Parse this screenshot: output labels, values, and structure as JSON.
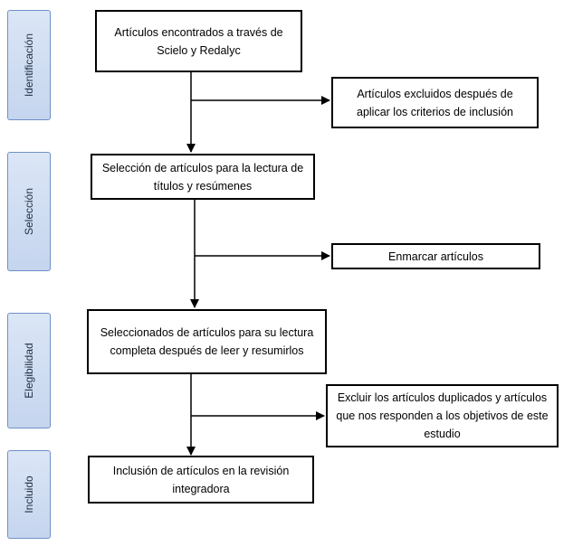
{
  "phases": {
    "identificacion": "Identificación",
    "seleccion": "Selección",
    "elegibilidad": "Elegibilidad",
    "incluido": "Incluido"
  },
  "boxes": {
    "found": "Artículos encontrados a través de Scielo y Redalyc",
    "excluded_criteria": "Artículos excluidos después de aplicar los criterios de inclusión",
    "selection_reading": "Selección de artículos para la lectura de títulos y resúmenes",
    "frame": "Enmarcar artículos",
    "selected_full": "Seleccionados de artículos para su lectura completa después de leer y resumirlos",
    "exclude_duplicates": "Excluir los artículos duplicados y artículos que nos responden a los objetivos de este estudio",
    "inclusion": "Inclusión de artículos en la revisión integradora"
  },
  "colors": {
    "phase_fill": "#c9d8ef",
    "phase_border": "#6e90c8",
    "line": "#000000"
  }
}
